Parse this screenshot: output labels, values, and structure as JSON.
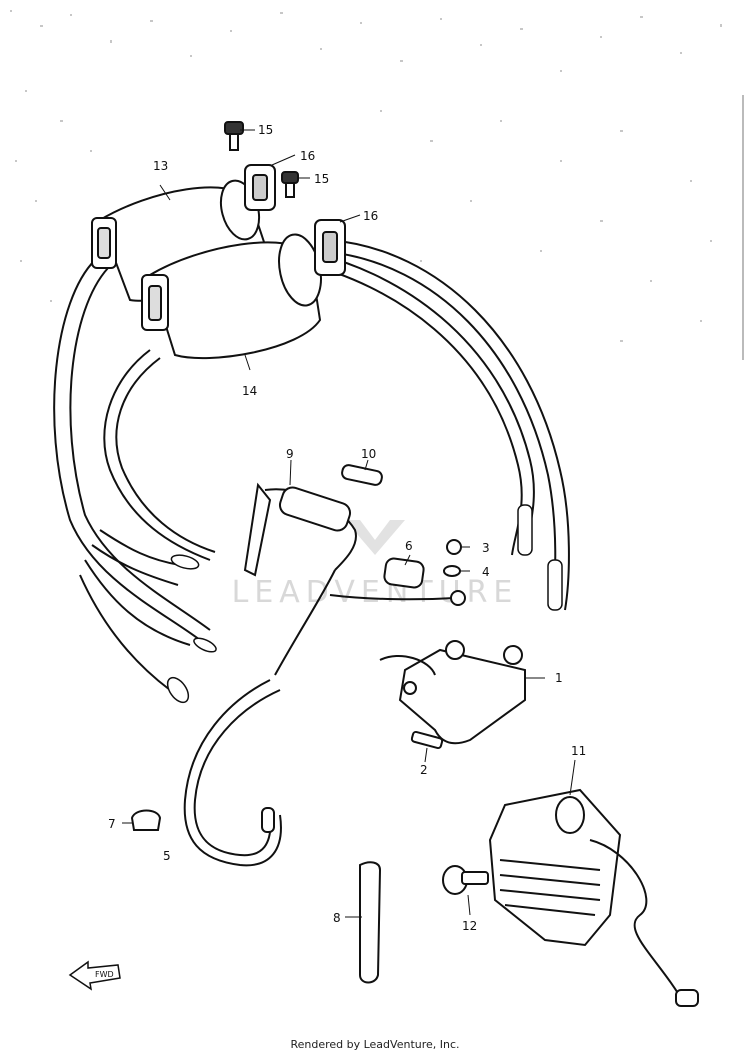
{
  "parts": [
    {
      "id": "part-1",
      "label": "1"
    },
    {
      "id": "part-2",
      "label": "2"
    },
    {
      "id": "part-3",
      "label": "3"
    },
    {
      "id": "part-4",
      "label": "4"
    },
    {
      "id": "part-5",
      "label": "5"
    },
    {
      "id": "part-6",
      "label": "6"
    },
    {
      "id": "part-7",
      "label": "7"
    },
    {
      "id": "part-8",
      "label": "8"
    },
    {
      "id": "part-9",
      "label": "9"
    },
    {
      "id": "part-10",
      "label": "10"
    },
    {
      "id": "part-11",
      "label": "11"
    },
    {
      "id": "part-12",
      "label": "12"
    },
    {
      "id": "part-13",
      "label": "13"
    },
    {
      "id": "part-14",
      "label": "14"
    },
    {
      "id": "part-15",
      "label": "15"
    },
    {
      "id": "part-16a",
      "label": "16"
    },
    {
      "id": "part-16b",
      "label": "16"
    },
    {
      "id": "part-15b",
      "label": "15"
    }
  ],
  "watermark": "LEADVENTURE",
  "direction_arrow": "FWD",
  "footer": "Rendered by LeadVenture, Inc."
}
